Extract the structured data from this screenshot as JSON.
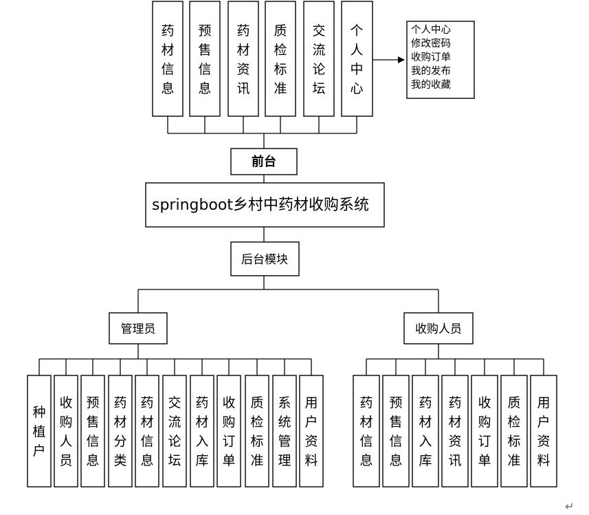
{
  "front_modules": [
    "药材信息",
    "预售信息",
    "药材资讯",
    "质检标准",
    "交流论坛",
    "个人中心"
  ],
  "personal_center_items": [
    "个人中心",
    "修改密码",
    "收购订单",
    "我的发布",
    "我的收藏"
  ],
  "front_label": "前台",
  "system_title": "springboot乡村中药材收购系统",
  "backend_label": "后台模块",
  "admin": {
    "label": "管理员",
    "modules": [
      "种植户",
      "收购人员",
      "预售信息",
      "药材分类",
      "药材信息",
      "交流论坛",
      "药材入库",
      "收购订单",
      "质检标准",
      "系统管理",
      "用户资料"
    ]
  },
  "buyer": {
    "label": "收购人员",
    "modules": [
      "药材信息",
      "预售信息",
      "药材入库",
      "药材资讯",
      "收购订单",
      "质检标准",
      "用户资料"
    ]
  },
  "return_symbol": "↵"
}
